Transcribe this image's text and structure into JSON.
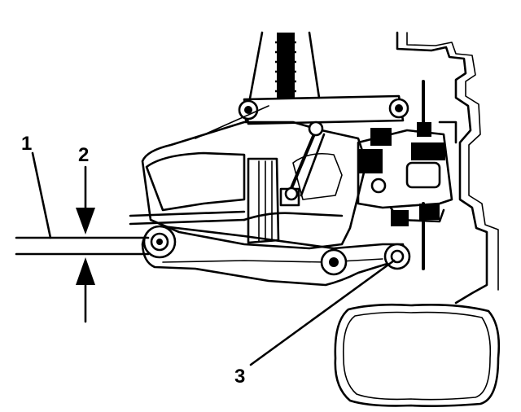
{
  "callouts": [
    {
      "id": "1",
      "text": "1"
    },
    {
      "id": "2",
      "text": "2"
    },
    {
      "id": "3",
      "text": "3"
    }
  ],
  "colors": {
    "ink": "#000000",
    "paper": "#ffffff"
  }
}
